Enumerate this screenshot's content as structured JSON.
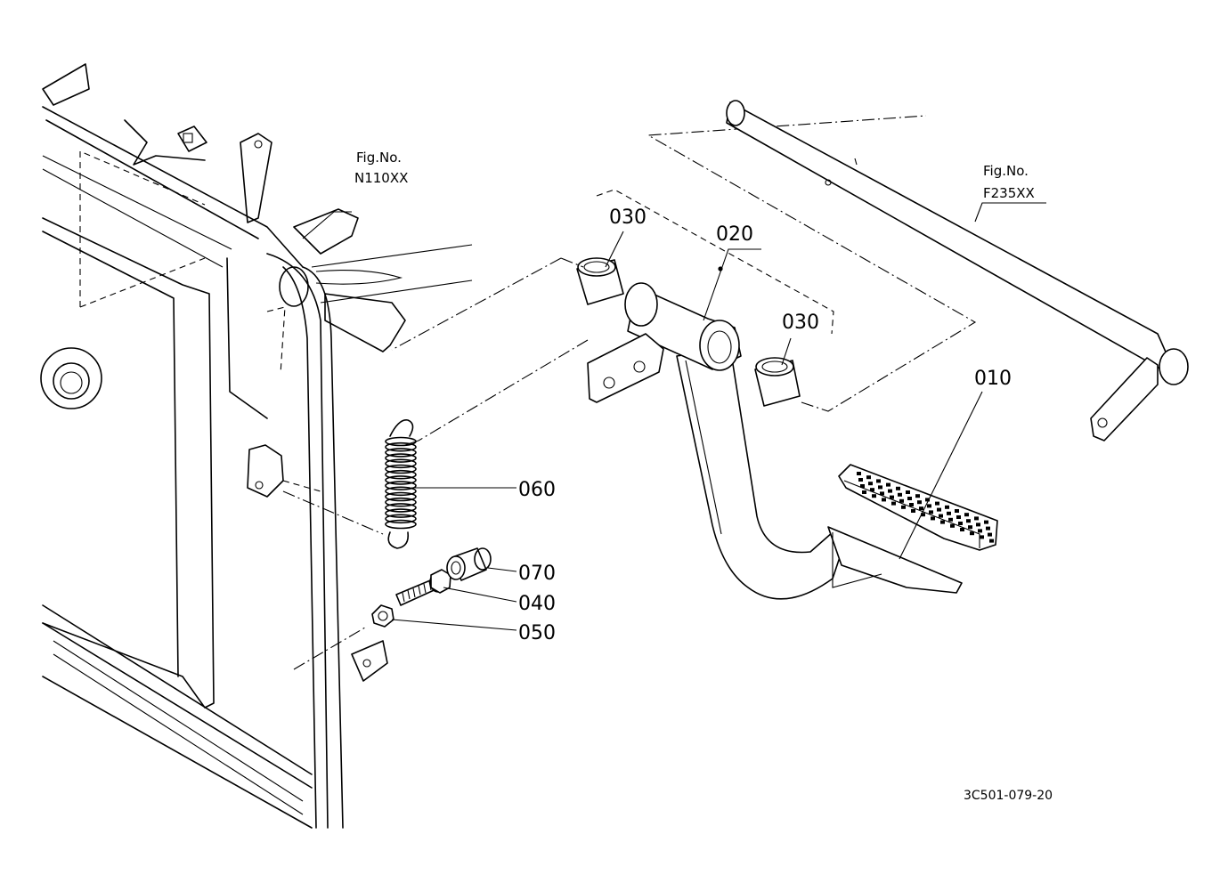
{
  "parts": [
    {
      "number": "010",
      "name": "pedal-pad"
    },
    {
      "number": "020",
      "name": "pedal-arm"
    },
    {
      "number": "030",
      "name": "bushing-left"
    },
    {
      "number": "030",
      "name": "bushing-right"
    },
    {
      "number": "040",
      "name": "bolt"
    },
    {
      "number": "050",
      "name": "nut"
    },
    {
      "number": "060",
      "name": "spring"
    },
    {
      "number": "070",
      "name": "collar"
    }
  ],
  "references": [
    {
      "label": "Fig.No.",
      "code": "N110XX"
    },
    {
      "label": "Fig.No.",
      "code": "F235XX"
    }
  ],
  "drawing_code": "3C501-079-20"
}
